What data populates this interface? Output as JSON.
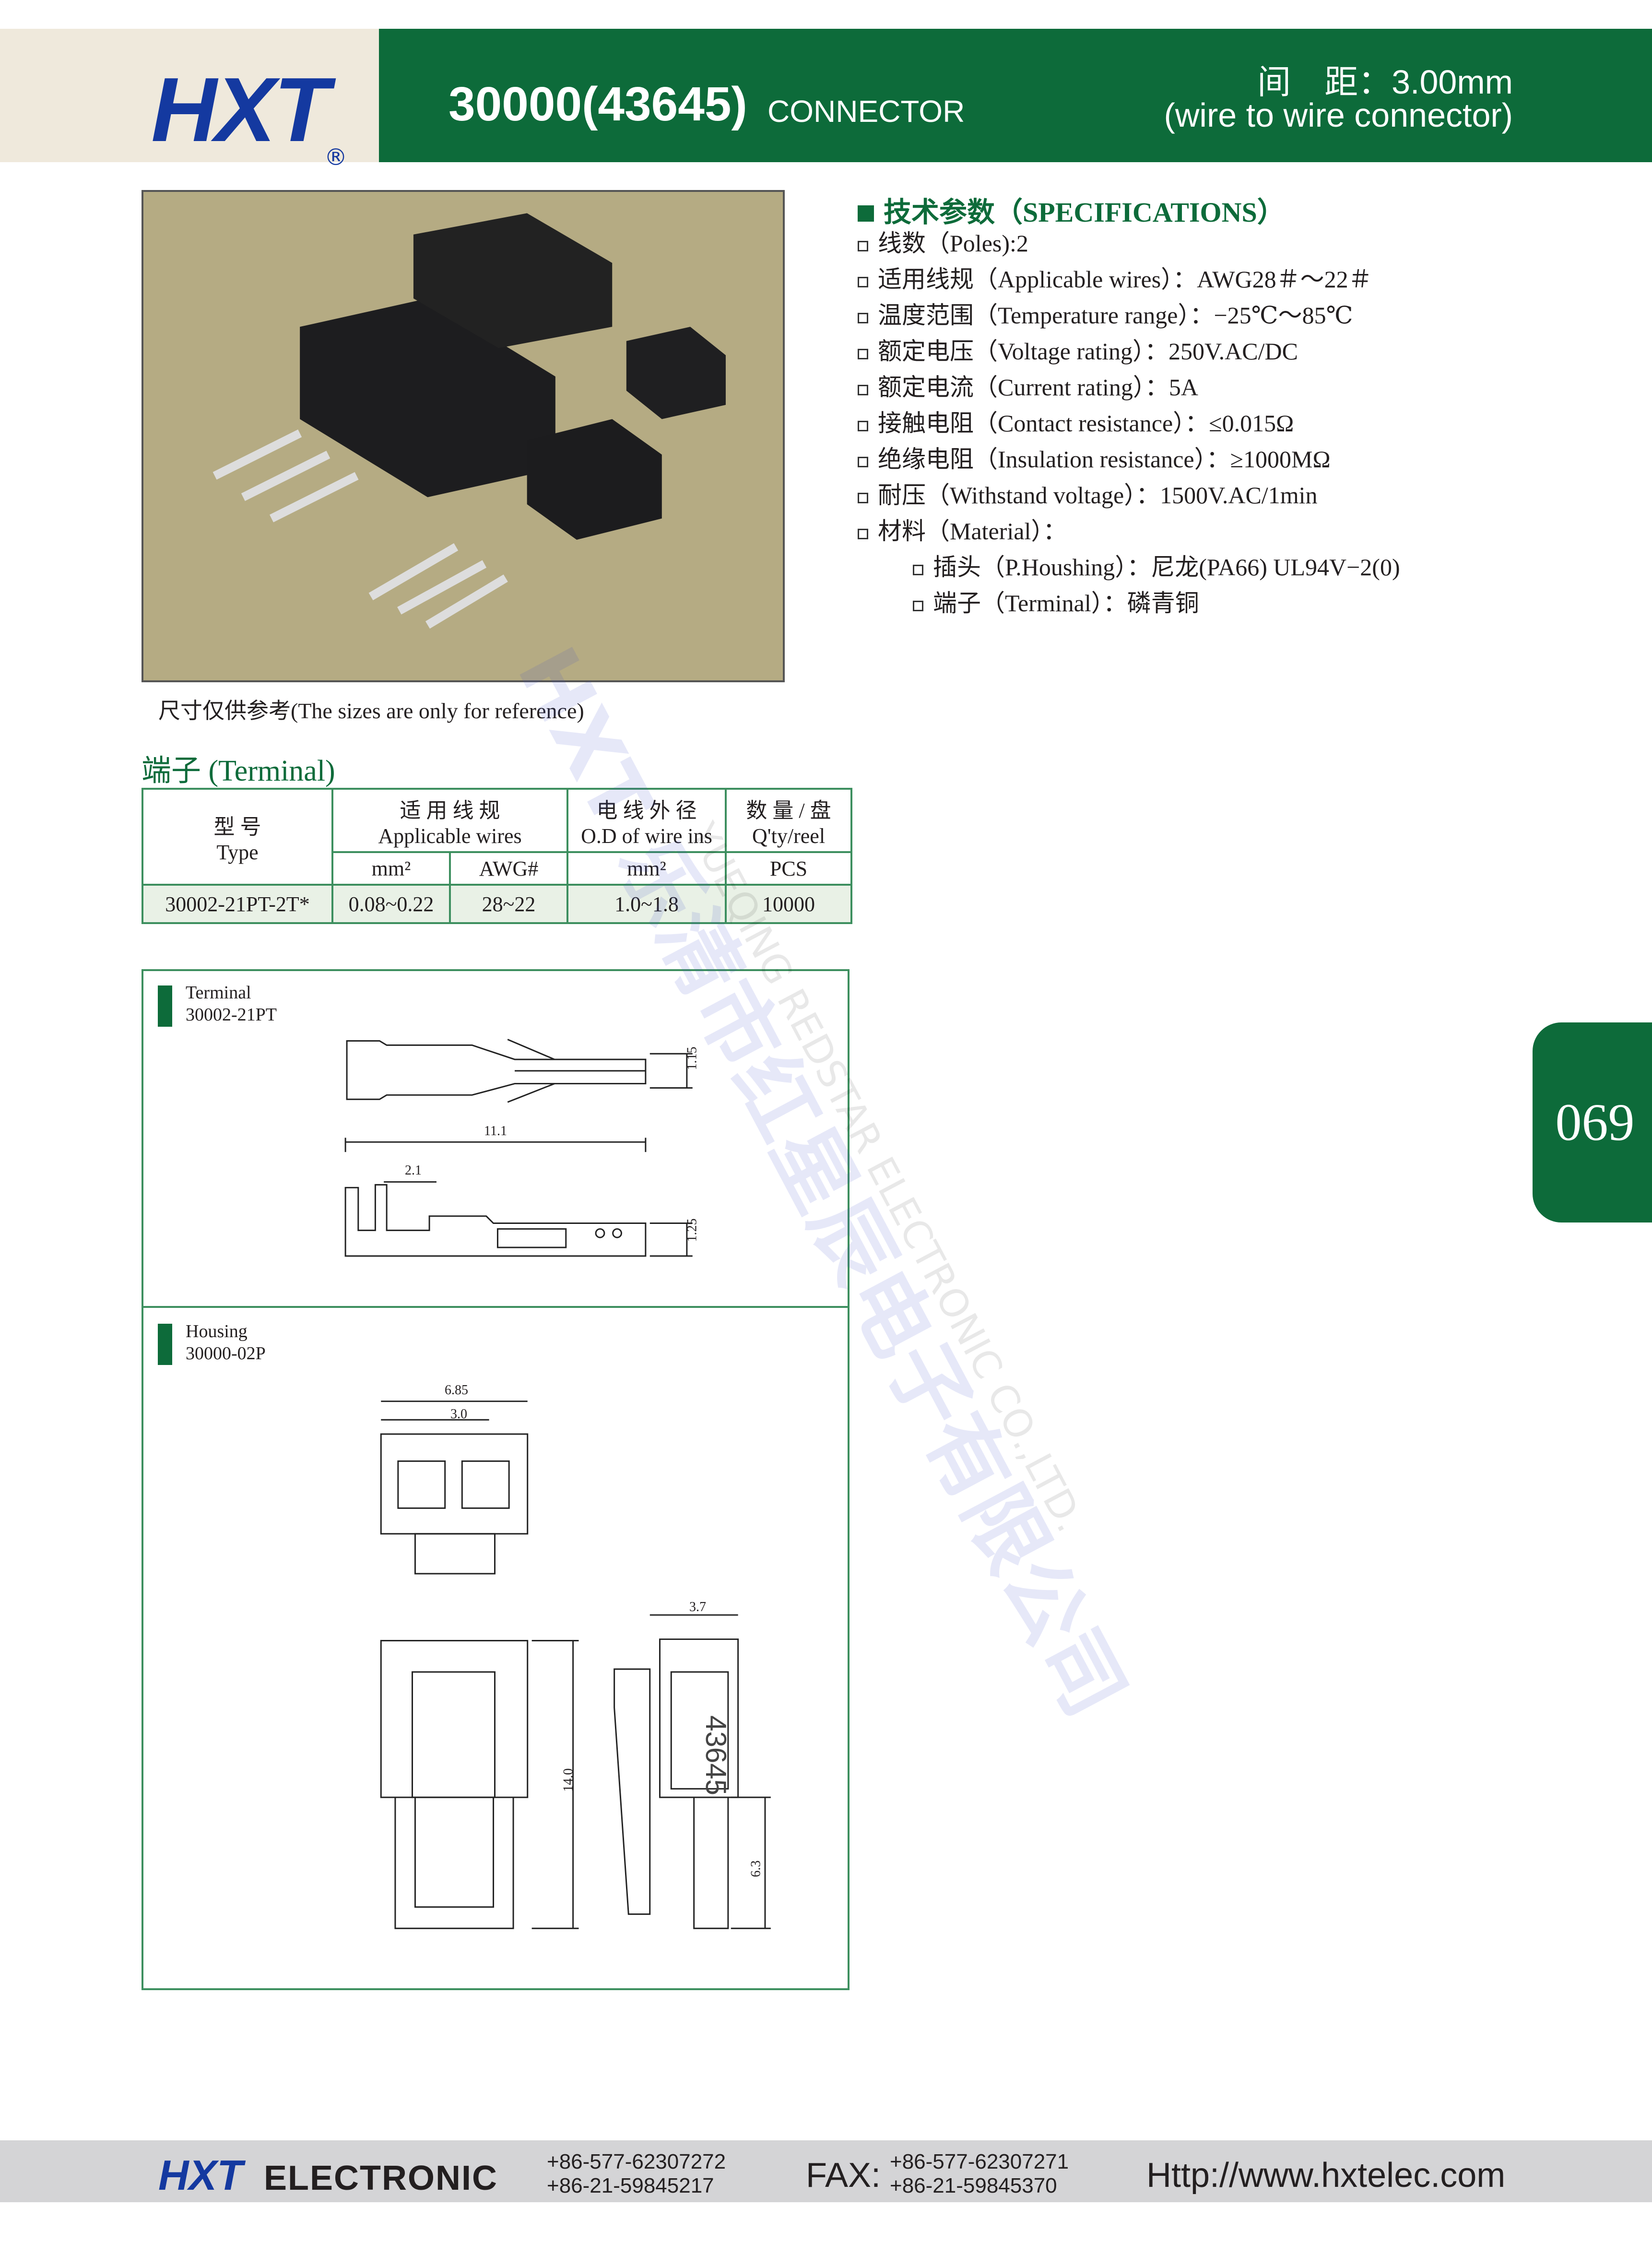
{
  "header": {
    "logo": "HXT",
    "registered": "®",
    "model": "30000(43645)",
    "product": "CONNECTOR",
    "pitch": "间　距：3.00mm",
    "type": "(wire to wire connector)"
  },
  "photo": {
    "caption": "尺寸仅供参考(The sizes are only for reference)"
  },
  "specs": {
    "title": "技术参数（SPECIFICATIONS）",
    "items": [
      "线数（Poles):2",
      "适用线规（Applicable wires）：AWG28＃～22＃",
      "温度范围（Temperature range）：−25℃～85℃",
      "额定电压（Voltage rating）：250V.AC/DC",
      "额定电流（Current rating）：5A",
      "接触电阻（Contact resistance）：≤0.015Ω",
      "绝缘电阻（Insulation resistance）：≥1000MΩ",
      "耐压（Withstand voltage）：1500V.AC/1min",
      "材料（Material）："
    ],
    "sub_items": [
      "插头（P.Houshing）：尼龙(PA66) UL94V−2(0)",
      "端子（Terminal）：磷青铜"
    ]
  },
  "terminal_table": {
    "title": "端子 (Terminal)",
    "h_type_cn": "型 号",
    "h_type": "Type",
    "h_wires_cn": "适 用 线 规",
    "h_wires": "Applicable wires",
    "h_od_cn": "电 线 外 径",
    "h_od": "O.D of wire ins",
    "h_qty_cn": "数 量 / 盘",
    "h_qty": "Q'ty/reel",
    "u_mm2": "mm²",
    "u_awg": "AWG#",
    "u_od": "mm²",
    "u_pcs": "PCS",
    "row": {
      "type": "30002-21PT-2T*",
      "mm2": "0.08~0.22",
      "awg": "28~22",
      "od": "1.0~1.8",
      "qty": "10000"
    }
  },
  "drawings": {
    "terminal_label": "Terminal",
    "terminal_part": "30002-21PT",
    "housing_label": "Housing",
    "housing_part": "30000-02P",
    "dims": {
      "t_h1": "1.15",
      "t_len": "11.1",
      "t_w": "2.1",
      "t_h2": "1.25",
      "h_w": "6.85",
      "h_pitch": "3.0",
      "h_side": "3.7",
      "h_len": "14.0",
      "h_tail": "6.3",
      "h_mark": "43645"
    }
  },
  "page_number": "069",
  "watermark": {
    "main": "HXT 乐清市红星辰电子有限公司",
    "en": "YUEQING REDSTAR ELECTRONIC CO.,LTD."
  },
  "footer": {
    "logo": "HXT",
    "brand": "ELECTRONIC",
    "tel1": "+86-577-62307272",
    "tel2": "+86-21-59845217",
    "fax_label": "FAX:",
    "fax1": "+86-577-62307271",
    "fax2": "+86-21-59845370",
    "url": "Http://www.hxtelec.com"
  },
  "colors": {
    "brand_green": "#0d6b3a",
    "brand_blue": "#1439a0"
  }
}
